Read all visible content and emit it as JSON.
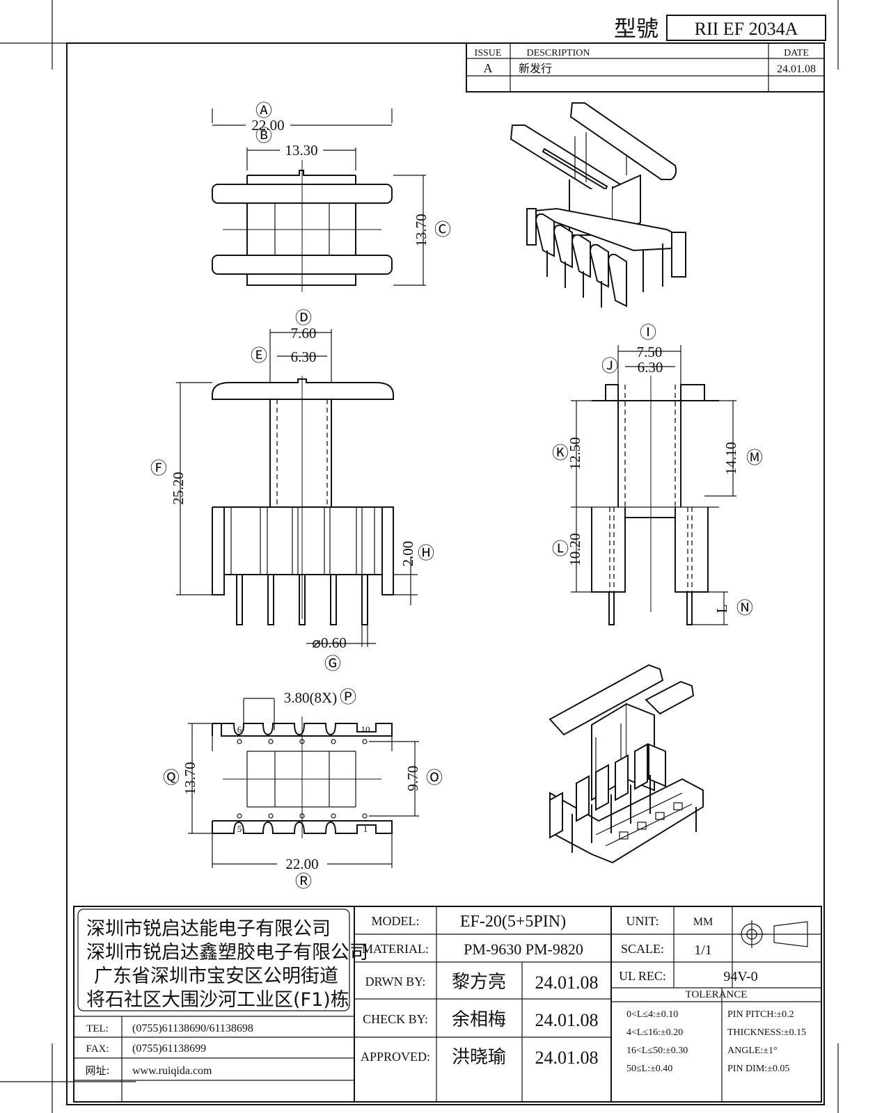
{
  "title_block": {
    "model_label": "型號",
    "model_value": "RII EF 2034A"
  },
  "revision": {
    "headers": [
      "ISSUE",
      "DESCRIPTION",
      "DATE"
    ],
    "rows": [
      {
        "issue": "A",
        "description": "新发行",
        "date": "24.01.08"
      }
    ]
  },
  "dimensions": {
    "A": {
      "label": "Ⓐ",
      "value": "22.00"
    },
    "B": {
      "label": "Ⓑ",
      "value": "13.30"
    },
    "C": {
      "label": "Ⓒ",
      "value": "13.70"
    },
    "D": {
      "label": "Ⓓ",
      "value": "7.60"
    },
    "E": {
      "label": "Ⓔ",
      "value": "6.30"
    },
    "F": {
      "label": "Ⓕ",
      "value": "25.20"
    },
    "G": {
      "label": "Ⓖ",
      "value": "⌀0.60"
    },
    "H": {
      "label": "Ⓗ",
      "value": "2.00"
    },
    "I": {
      "label": "Ⓘ",
      "value": "7.50"
    },
    "J": {
      "label": "Ⓙ",
      "value": "6.30"
    },
    "K": {
      "label": "Ⓚ",
      "value": "12.50"
    },
    "L": {
      "label": "Ⓛ",
      "value": "10.20"
    },
    "M": {
      "label": "Ⓜ",
      "value": "14.10"
    },
    "N": {
      "label": "Ⓝ",
      "value": "L"
    },
    "O": {
      "label": "Ⓞ",
      "value": "9.70"
    },
    "P": {
      "label": "Ⓟ",
      "value": "3.80(8X)"
    },
    "Q": {
      "label": "Ⓠ",
      "value": "13.70"
    },
    "R": {
      "label": "Ⓡ",
      "value": "22.00"
    }
  },
  "pin_numbers": {
    "top_left": "6",
    "top_right": "10",
    "bottom_left": "5",
    "bottom_right": "1"
  },
  "company": {
    "lines": [
      "深圳市锐启达能电子有限公司",
      "深圳市锐启达鑫塑胶电子有限公司",
      "广东省深圳市宝安区公明街道",
      "将石社区大围沙河工业区(F1)栋"
    ],
    "tel_label": "TEL:",
    "tel": "(0755)61138690/61138698",
    "fax_label": "FAX:",
    "fax": "(0755)61138699",
    "web_label": "网址:",
    "web": "www.ruiqida.com"
  },
  "spec": {
    "model_label": "MODEL:",
    "model": "EF-20(5+5PIN)",
    "material_label": "MATERIAL:",
    "material": "PM-9630   PM-9820",
    "unit_label": "UNIT:",
    "unit": "MM",
    "scale_label": "SCALE:",
    "scale": "1/1",
    "ul_label": "UL REC:",
    "ul": "94V-0",
    "drawn_label": "DRWN BY:",
    "drawn": "黎方亮",
    "drawn_date": "24.01.08",
    "check_label": "CHECK BY:",
    "check": "余相梅",
    "check_date": "24.01.08",
    "approved_label": "APPROVED:",
    "approved": "洪晓瑜",
    "approved_date": "24.01.08"
  },
  "tolerance": {
    "title": "TOLERANCE",
    "left": [
      "0<L≤4:±0.10",
      "4<L≤16:±0.20",
      "16<L≤50:±0.30",
      "50≤L:±0.40"
    ],
    "right": [
      "PIN PITCH:±0.2",
      "THICKNESS:±0.15",
      "ANGLE:±1°",
      "PIN DIM:±0.05"
    ]
  }
}
